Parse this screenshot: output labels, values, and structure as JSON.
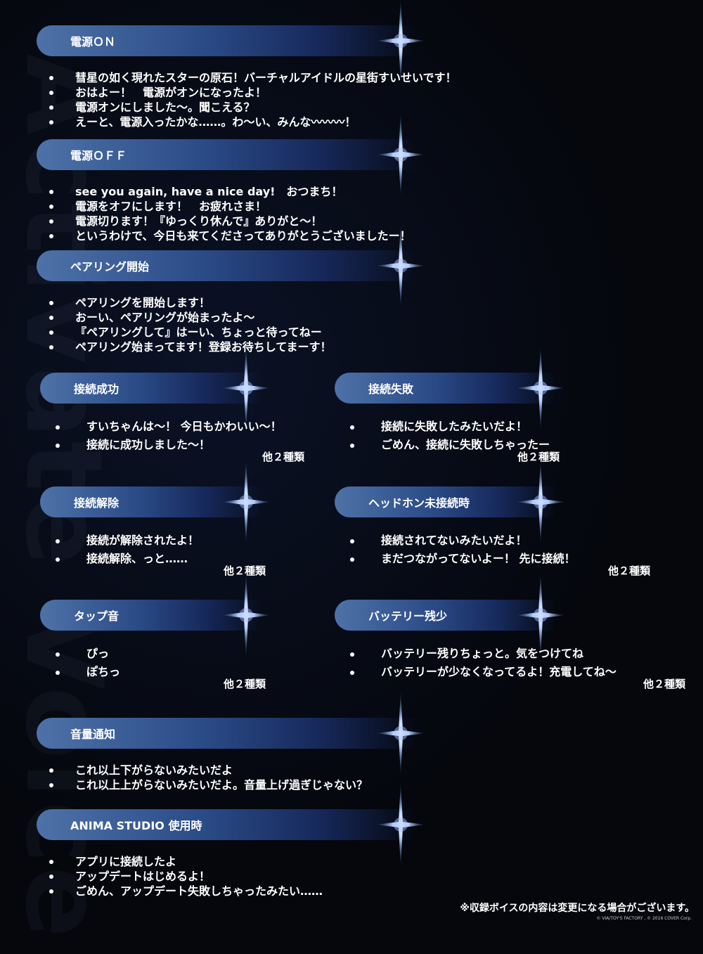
{
  "watermark": "Activate Voice",
  "sections": {
    "power_on": {
      "title": "電源ＯＮ",
      "items": [
        "彗星の如く現れたスターの原石！バーチャルアイドルの星街すいせいです！",
        "おはよー！　電源がオンになったよ！",
        "電源オンにしました〜。聞こえる？",
        "えーと、電源入ったかな……。わ〜い、みんな〰〰〰！"
      ]
    },
    "power_off": {
      "title": "電源ＯＦＦ",
      "items": [
        "see you again, have a nice day!　おつまち！",
        "電源をオフにします！　お疲れさま！",
        "電源切ります！『ゆっくり休んで』ありがと〜！",
        "というわけで、今日も来てくださってありがとうございましたー！"
      ]
    },
    "pairing": {
      "title": "ペアリング開始",
      "items": [
        "ペアリングを開始します！",
        "おーい、ペアリングが始まったよ〜",
        "『ペアリングして』はーい、ちょっと待ってねー",
        "ペアリング始まってます！登録お待ちしてまーす！"
      ]
    },
    "connect_ok": {
      "title": "接続成功",
      "items": [
        "すいちゃんは〜！ 今日もかわいい〜！",
        "接続に成功しました〜！"
      ],
      "other": "他２種類"
    },
    "connect_fail": {
      "title": "接続失敗",
      "items": [
        "接続に失敗したみたいだよ！",
        "ごめん、接続に失敗しちゃったー"
      ],
      "other": "他２種類"
    },
    "disconnect": {
      "title": "接続解除",
      "items": [
        "接続が解除されたよ！",
        "接続解除、っと……"
      ],
      "other": "他２種類"
    },
    "headphone": {
      "title": "ヘッドホン未接続時",
      "items": [
        "接続されてないみたいだよ！",
        "まだつながってないよー！ 先に接続！"
      ],
      "other": "他２種類"
    },
    "tap": {
      "title": "タップ音",
      "items": [
        "ぴっ",
        "ぽちっ"
      ],
      "other": "他２種類"
    },
    "battery": {
      "title": "バッテリー残少",
      "items": [
        "バッテリー残りちょっと。気をつけてね",
        "バッテリーが少なくなってるよ！充電してね〜"
      ],
      "other": "他２種類"
    },
    "volume": {
      "title": "音量通知",
      "items": [
        "これ以上下がらないみたいだよ",
        "これ以上上がらないみたいだよ。音量上げ過ぎじゃない？"
      ]
    },
    "anima": {
      "title": "ANIMA STUDIO 使用時",
      "items": [
        "アプリに接続したよ",
        "アップデートはじめるよ！",
        "ごめん、アップデート失敗しちゃったみたい……"
      ]
    }
  },
  "footer": {
    "note": "※収録ボイスの内容は変更になる場合がございます。",
    "copyright": "© VIA/TOY'S FACTORY , © 2016 COVER Corp."
  }
}
